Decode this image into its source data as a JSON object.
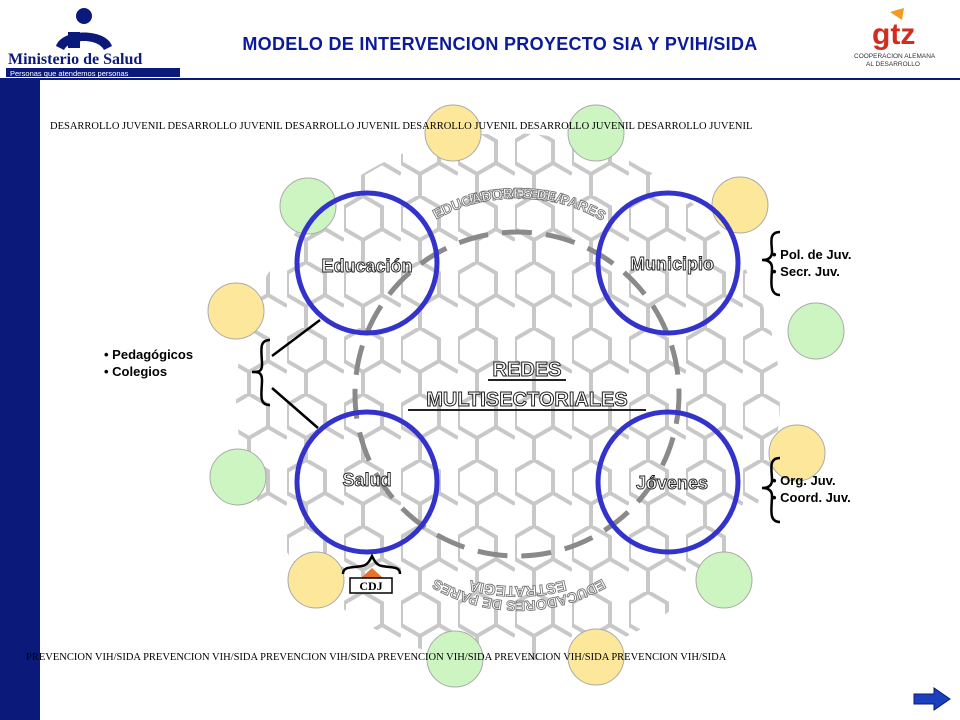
{
  "header": {
    "title": "MODELO DE INTERVENCION PROYECTO SIA Y PVIH/SIDA",
    "logo_left_name": "Ministerio de Salud",
    "logo_left_tagline": "Personas que atendemos personas",
    "logo_right_mark": "gtz",
    "logo_right_line1": "COOPERACION ALEMANA",
    "logo_right_line2": "AL DESARROLLO"
  },
  "bands": {
    "top": "DESARROLLO JUVENIL DESARROLLO JUVENIL DESARROLLO JUVENIL DESARROLLO JUVENIL DESARROLLO JUVENIL DESARROLLO JUVENIL",
    "bottom": "PREVENCION VIH/SIDA PREVENCION VIH/SIDA PREVENCION VIH/SIDA PREVENCION VIH/SIDA  PREVENCION VIH/SIDA PREVENCION VIH/SIDA"
  },
  "diagram": {
    "center_line1": "REDES",
    "center_line2": "MULTISECTORIALES",
    "arc_top_1": "ESTRATEGIA",
    "arc_top_2": "EDUCADORES DE PARES",
    "arc_bottom_1": "EDUCADORES DE PARES",
    "arc_bottom_2": "ESTRATEGIA",
    "nodes": {
      "educacion": "Educación",
      "municipio": "Municipio",
      "salud": "Salud",
      "jovenes": "Jóvenes"
    },
    "cdj_label": "CDJ"
  },
  "lists": {
    "educacion_salud": [
      "Pedagógicos",
      "Colegios"
    ],
    "municipio": [
      "Pol. de Juv.",
      "Secr.  Juv."
    ],
    "jovenes": [
      "Org. Juv.",
      "Coord. Juv."
    ]
  },
  "colors": {
    "navy": "#0b1a7a",
    "title_blue": "#0b1a9a",
    "ring_blue": "#3333cc",
    "yellow_dot": "#fde79a",
    "green_dot": "#ccf5c2",
    "dash_gray": "#8a8a8a"
  },
  "icons": {
    "next": "arrow-right-icon"
  }
}
